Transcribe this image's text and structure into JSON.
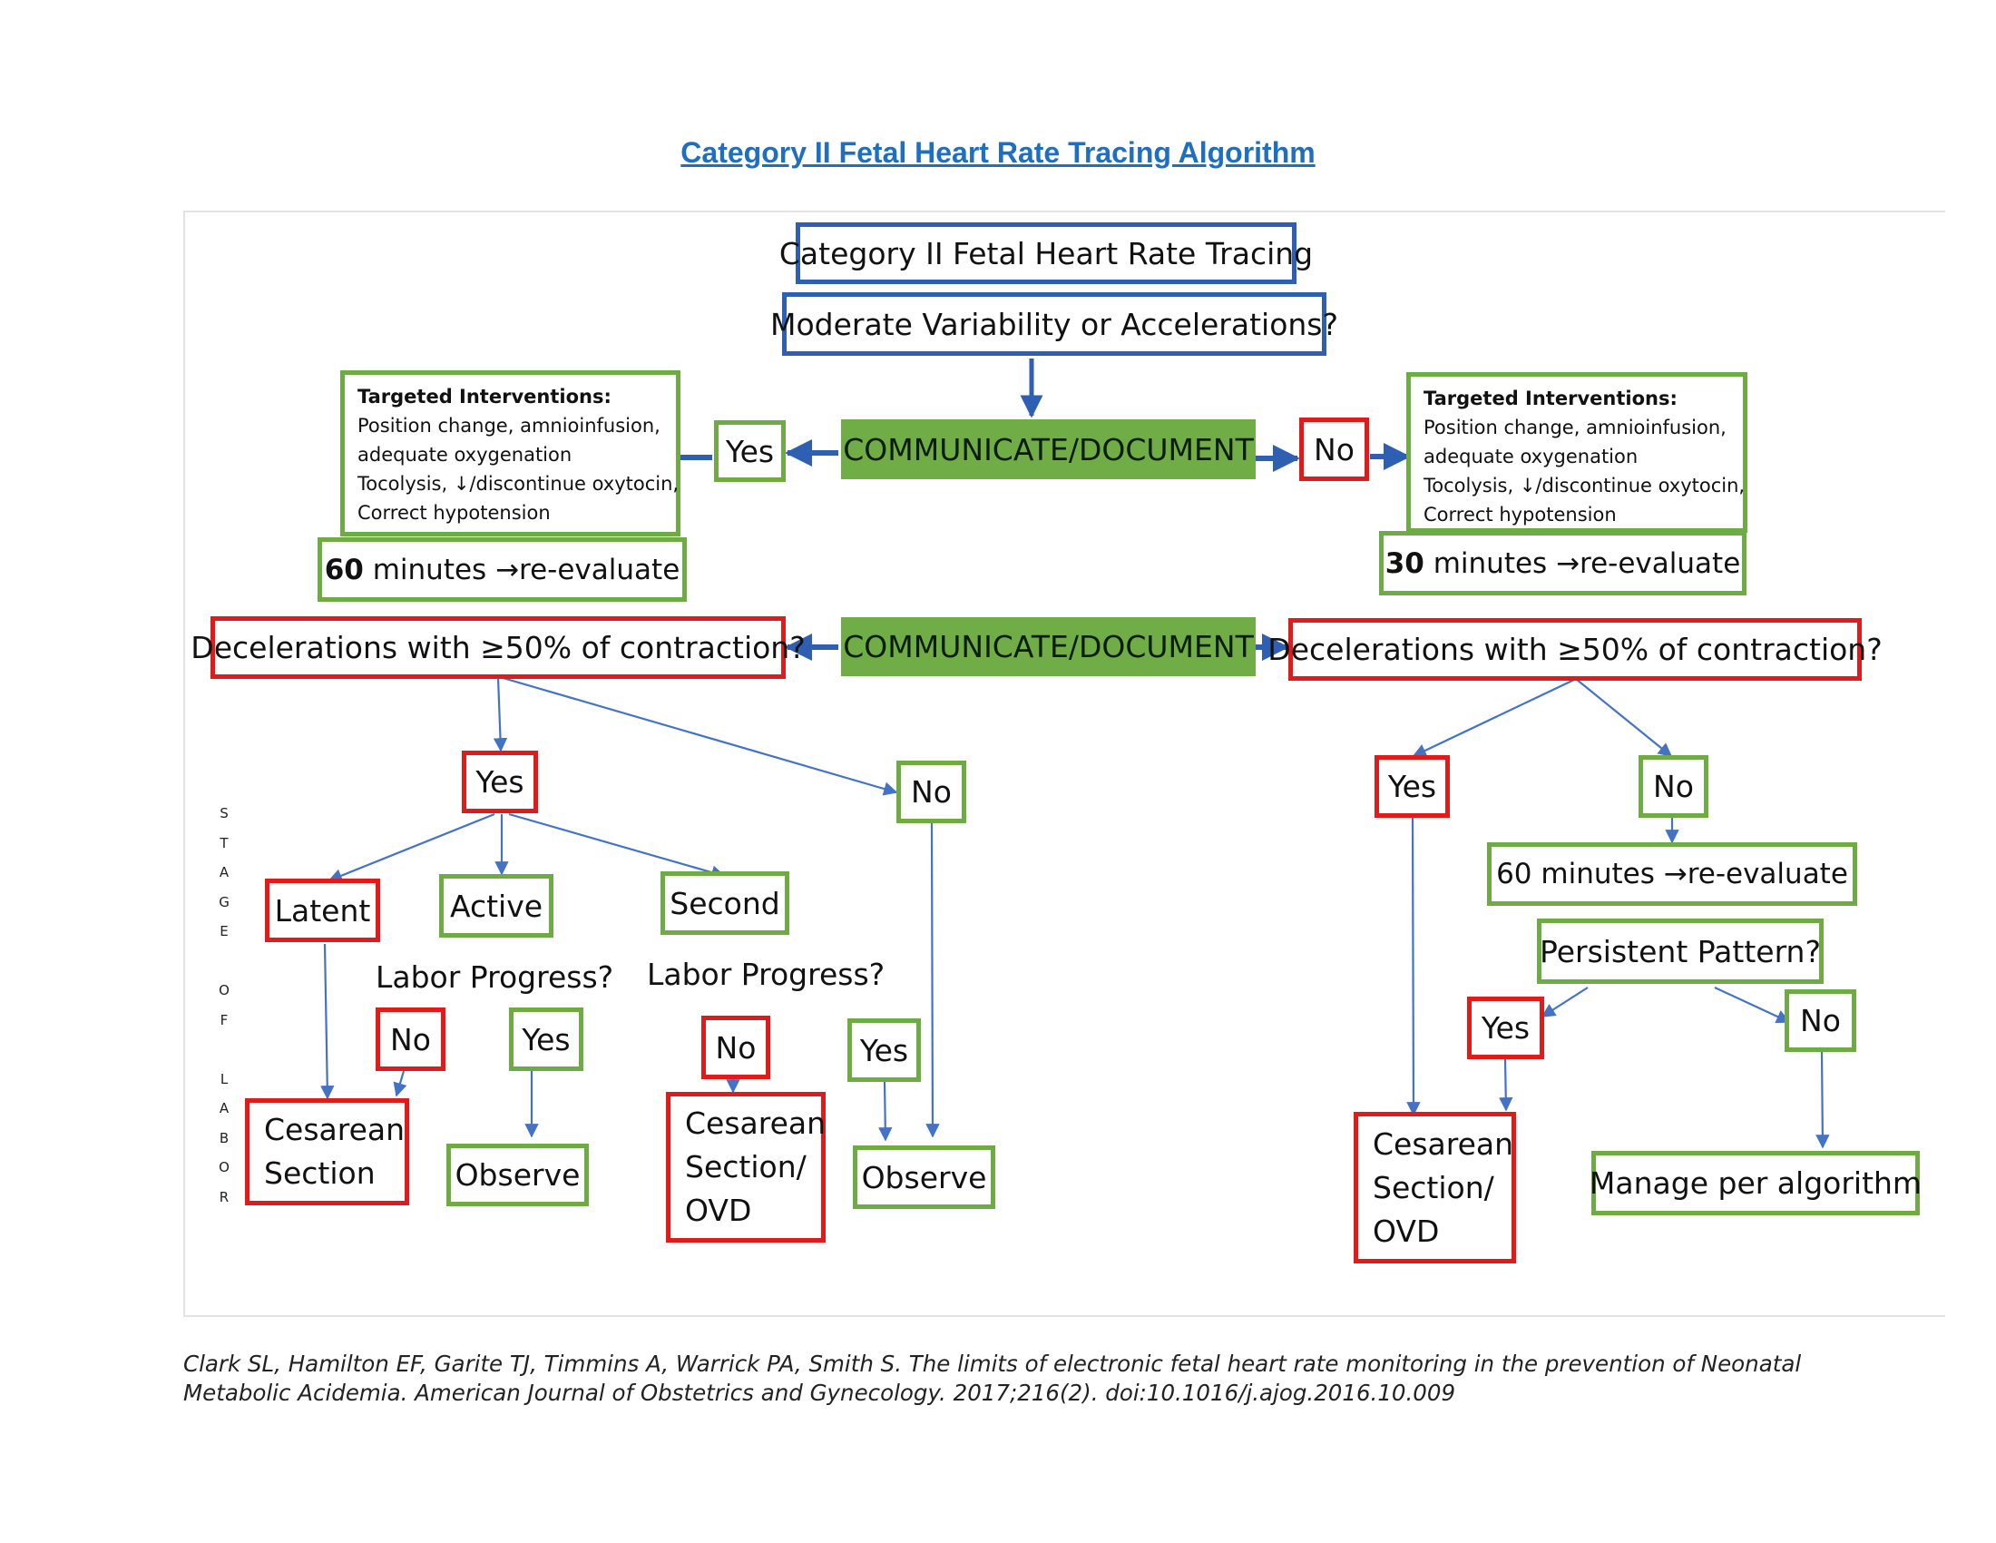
{
  "title": "Category II Fetal Heart Rate Tracing Algorithm",
  "nodes": {
    "category": "Category II Fetal Heart Rate Tracing",
    "variability_question": "Moderate Variability or Accelerations?",
    "communicate_top": "COMMUNICATE/DOCUMENT",
    "communicate_mid": "COMMUNICATE/DOCUMENT",
    "yes_top": "Yes",
    "no_top": "No",
    "interventions_left": {
      "heading": "Targeted Interventions:",
      "lines": [
        "Position change, amnioinfusion,",
        "adequate oxygenation",
        "Tocolysis, ↓/discontinue oxytocin,",
        "Correct hypotension"
      ]
    },
    "interventions_right": {
      "heading": "Targeted Interventions:",
      "lines": [
        "Position change, amnioinfusion,",
        "adequate oxygenation",
        "Tocolysis, ↓/discontinue oxytocin,",
        "Correct hypotension"
      ]
    },
    "reeval_left": {
      "number": "60",
      "rest": " minutes →re-evaluate"
    },
    "reeval_right": {
      "number": "30",
      "rest": " minutes →re-evaluate"
    },
    "decel_left": "Decelerations with ≥50% of contraction?",
    "decel_right": "Decelerations with ≥50% of contraction?",
    "left_yes": "Yes",
    "left_no": "No",
    "latent": "Latent",
    "active": "Active",
    "second": "Second",
    "labor_progress_active": "Labor Progress?",
    "labor_progress_second": "Labor Progress?",
    "active_no": "No",
    "active_yes": "Yes",
    "second_no": "No",
    "second_yes": "Yes",
    "cesarean_latent": [
      "Cesarean",
      "Section"
    ],
    "observe_active": "Observe",
    "cesarean_second": [
      "Cesarean",
      "Section/",
      "OVD"
    ],
    "observe_no": "Observe",
    "right_yes": "Yes",
    "right_no": "No",
    "reeval_right_no": "60 minutes →re-evaluate",
    "persistent_pattern": "Persistent Pattern?",
    "persistent_yes": "Yes",
    "persistent_no": "No",
    "cesarean_right": [
      "Cesarean",
      "Section/",
      "OVD"
    ],
    "manage_algorithm": "Manage per algorithm"
  },
  "stage_label": [
    "S",
    "T",
    "A",
    "G",
    "E",
    "",
    "O",
    "F",
    "",
    "L",
    "A",
    "B",
    "O",
    "R"
  ],
  "citation": "Clark SL, Hamilton EF, Garite TJ, Timmins A, Warrick PA, Smith S. The limits of electronic fetal heart rate monitoring in the prevention of Neonatal Metabolic Acidemia. American Journal of Obstetrics and Gynecology. 2017;216(2). doi:10.1016/j.ajog.2016.10.009",
  "colors": {
    "blue_border": "#2f5fb3",
    "red_border": "#e01b1b",
    "green_border": "#6fab45",
    "green_fill": "#70ad47",
    "title": "#1f6fc0",
    "connector": "#4472c4"
  }
}
